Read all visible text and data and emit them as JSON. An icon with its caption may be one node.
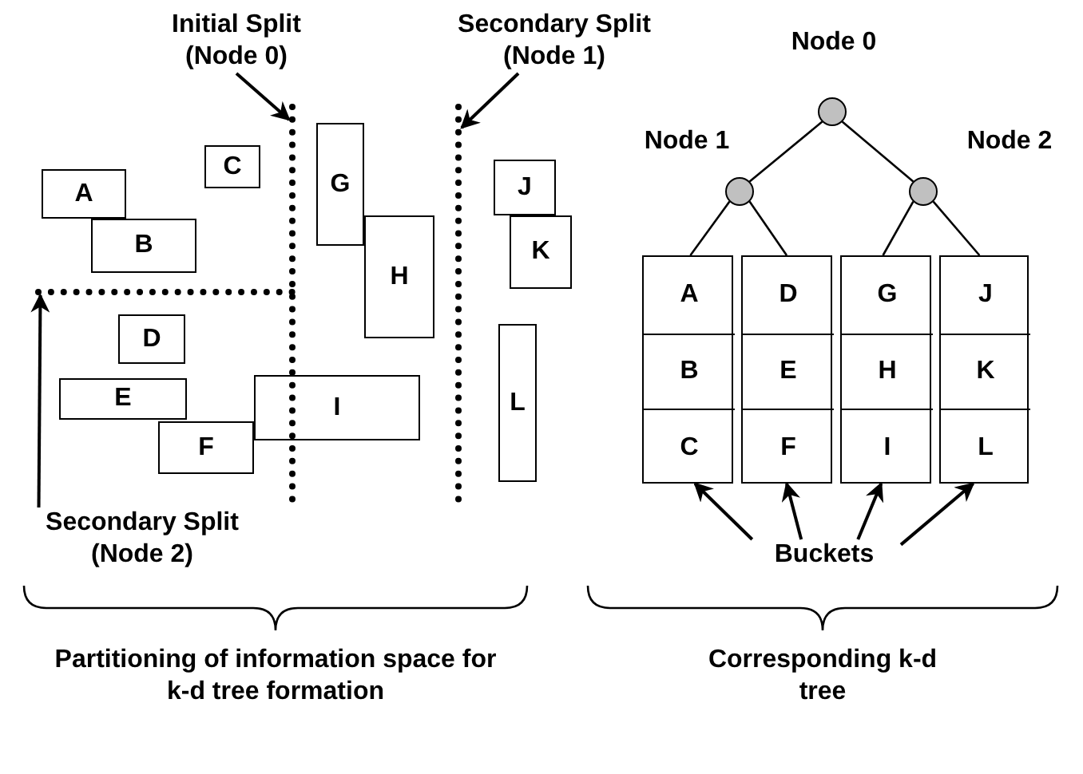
{
  "diagram": {
    "nodes": [
      {
        "text": [
          "Initial Split (Node 0)"
        ]
      },
      {
        "text": [
          "Secondary Split (Node 1)"
        ]
      },
      {
        "text": [],
        "shape": "line"
      },
      {
        "text": [],
        "shape": "line"
      },
      {
        "text": [
          "A"
        ]
      },
      {
        "text": [
          "B"
        ]
      },
      {
        "text": [
          "C"
        ]
      },
      {
        "text": [
          "G"
        ]
      },
      {
        "text": [
          "H"
        ]
      },
      {
        "text": [
          "J"
        ]
      },
      {
        "text": [
          "K"
        ]
      },
      {
        "text": [
          "D"
        ]
      },
      {
        "text": [
          "E"
        ]
      },
      {
        "text": [
          "I"
        ]
      },
      {
        "text": [
          "F"
        ]
      },
      {
        "text": [
          "L"
        ]
      },
      {
        "text": [],
        "shape": "line"
      },
      {
        "text": [
          "Secondary Split (Node 2)"
        ]
      },
      {
        "text": [],
        "shape": "circle",
        "beside": [
          "Node 0"
        ]
      },
      {
        "text": [],
        "shape": "circle",
        "beside": [
          "Node 1"
        ]
      },
      {
        "text": [],
        "shape": "circle",
        "beside": [
          "Node 2"
        ]
      },
      {
        "text": [],
        "shape": "box"
      },
      {
        "text": [],
        "shape": "box"
      },
      {
        "text": [],
        "shape": "box"
      },
      {
        "text": [],
        "shape": "box"
      },
      {
        "text": [
          "A"
        ],
        "in": 21
      },
      {
        "text": [
          "B"
        ],
        "in": 21
      },
      {
        "text": [
          "C"
        ],
        "in": 21
      },
      {
        "text": [
          "D"
        ],
        "in": 22
      },
      {
        "text": [
          "E"
        ],
        "in": 22
      },
      {
        "text": [
          "F"
        ],
        "in": 22
      },
      {
        "text": [
          "G"
        ],
        "in": 23
      },
      {
        "text": [
          "H"
        ],
        "in": 23
      },
      {
        "text": [
          "I"
        ],
        "in": 23
      },
      {
        "text": [
          "J"
        ],
        "in": 24
      },
      {
        "text": [
          "K"
        ],
        "in": 24
      },
      {
        "text": [
          "L"
        ],
        "in": 24
      },
      {
        "text": [
          "Buckets"
        ]
      }
    ],
    "edges": [
      {
        "from": 0,
        "to": 2,
        "arrow": "to"
      },
      {
        "from": 1,
        "to": 3,
        "arrow": "to"
      },
      {
        "from": 17,
        "to": 16,
        "arrow": "to"
      },
      {
        "from": 18,
        "to": 19,
        "arrow": "none"
      },
      {
        "from": 18,
        "to": 20,
        "arrow": "none"
      },
      {
        "from": 19,
        "to": 21,
        "arrow": "none"
      },
      {
        "from": 19,
        "to": 22,
        "arrow": "none"
      },
      {
        "from": 20,
        "to": 23,
        "arrow": "none"
      },
      {
        "from": 20,
        "to": 24,
        "arrow": "none"
      },
      {
        "from": 37,
        "to": 21,
        "arrow": "to"
      },
      {
        "from": 37,
        "to": 22,
        "arrow": "to"
      },
      {
        "from": 37,
        "to": 23,
        "arrow": "to"
      },
      {
        "from": 37,
        "to": 24,
        "arrow": "to"
      }
    ],
    "labels": [
      "Partitioning of information space for k-d tree formation",
      "Corresponding k-d tree"
    ]
  }
}
